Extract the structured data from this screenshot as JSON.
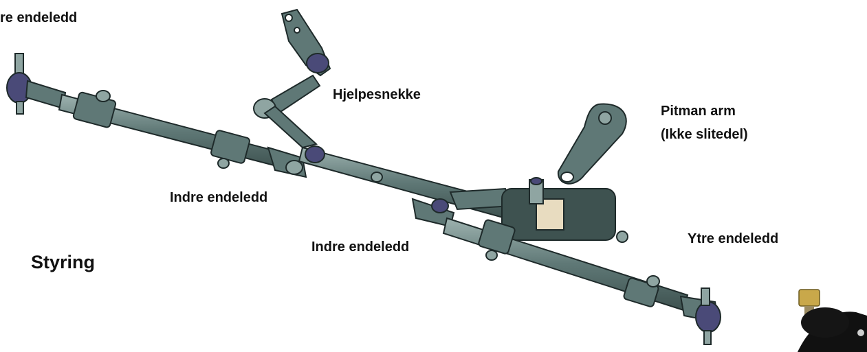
{
  "title": "Styring",
  "labels": {
    "outer_tie_rod_left": "Ytre endeledd",
    "idler_arm": "Hjelpesnekke",
    "pitman_arm_line1": "Pitman arm",
    "pitman_arm_line2": "(Ikke slitedel)",
    "inner_tie_rod_upper": "Indre endeledd",
    "inner_tie_rod_lower": "Indre endeledd",
    "outer_tie_rod_right": "Ytre endeledd"
  },
  "colors": {
    "metal": "#5f7876",
    "metal_dark": "#3e5250",
    "metal_light": "#8fa5a2",
    "boot": "#4a4a78",
    "outline": "#1e2a2a",
    "text": "#111111",
    "inset_black": "#111111",
    "inset_brass": "#c9a84a"
  }
}
